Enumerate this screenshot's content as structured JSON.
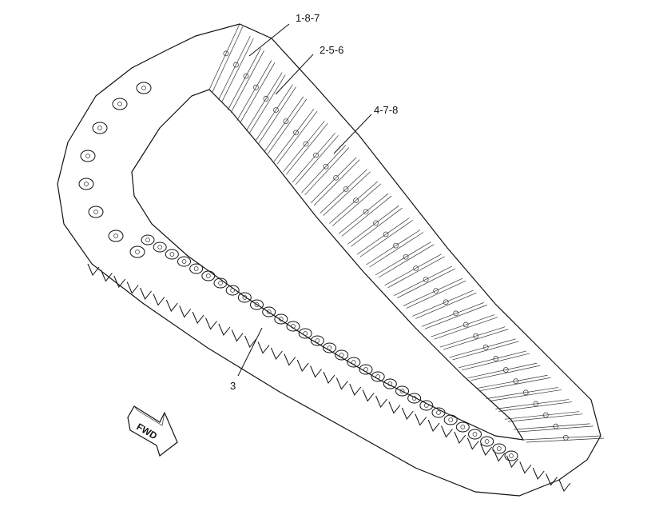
{
  "diagram": {
    "callouts": [
      {
        "id": "callout-1",
        "label": "1-8-7"
      },
      {
        "id": "callout-2",
        "label": "2-5-6"
      },
      {
        "id": "callout-3",
        "label": "4-7-8"
      },
      {
        "id": "callout-4",
        "label": "3"
      }
    ],
    "direction_arrow": {
      "label": "FWD"
    },
    "colors": {
      "line": "#111111",
      "background": "#ffffff"
    }
  }
}
